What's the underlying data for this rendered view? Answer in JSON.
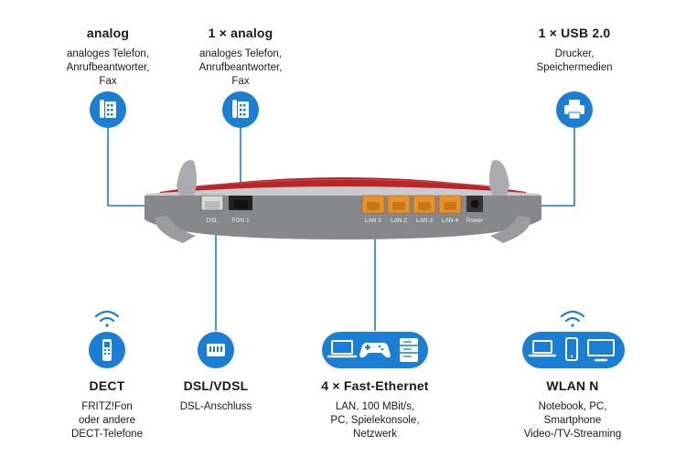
{
  "features": [
    {
      "id": "analog1",
      "title": "analog",
      "lines": [
        "analoges Telefon,",
        "Anrufbeantworter,",
        "Fax"
      ],
      "icon": "telephone-icon"
    },
    {
      "id": "analog2",
      "title": "1 × analog",
      "lines": [
        "analoges Telefon,",
        "Anrufbeantworter,",
        "Fax"
      ],
      "icon": "telephone-icon"
    },
    {
      "id": "usb",
      "title": "1 × USB 2.0",
      "lines": [
        "Drucker,",
        "Speichermedien"
      ],
      "icon": "printer-icon"
    },
    {
      "id": "dect",
      "title": "DECT",
      "lines": [
        "FRITZ!Fon",
        "oder andere",
        "DECT-Telefone"
      ],
      "icon": "dect-phone-icon"
    },
    {
      "id": "dsl",
      "title": "DSL/VDSL",
      "lines": [
        "DSL-Anschluss"
      ],
      "icon": "dsl-port-icon"
    },
    {
      "id": "ethernet",
      "title": "4 × Fast-Ethernet",
      "lines": [
        "LAN, 100 MBit/s,",
        "PC, Spielekonsole,",
        "Netzwerk"
      ],
      "icon": "laptop-gamepad-server-icon"
    },
    {
      "id": "wlan",
      "title": "WLAN N",
      "lines": [
        "Notebook, PC,",
        "Smartphone",
        "Video-/TV-Streaming"
      ],
      "icon": "laptop-phone-tv-icon"
    }
  ],
  "router": {
    "port_labels": [
      "DSL",
      "FON 1",
      "LAN 1",
      "LAN 2",
      "LAN 3",
      "LAN 4",
      "Power"
    ]
  },
  "colors": {
    "accent_blue": "#1a7fd4",
    "router_red": "#b8262a",
    "router_grey": "#8a8c8f",
    "lan_port_orange": "#e8932a"
  }
}
